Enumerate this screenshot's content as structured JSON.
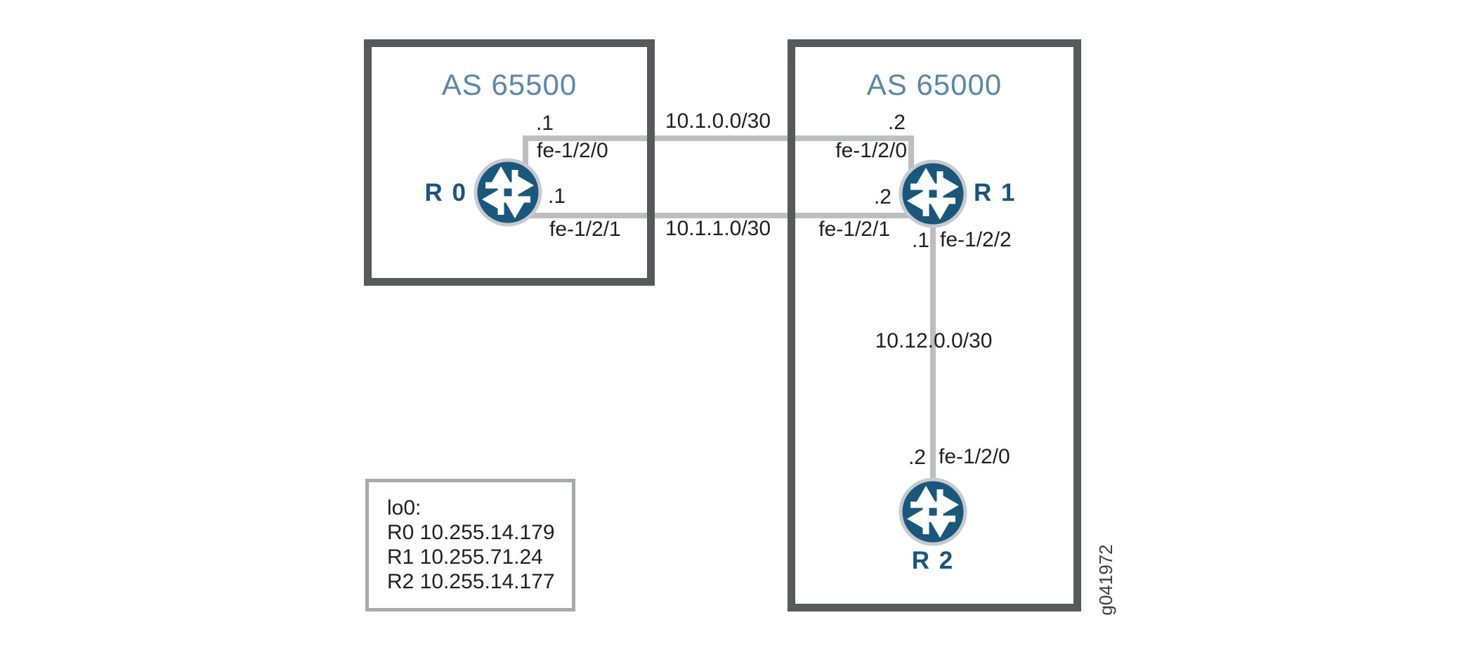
{
  "figure": {
    "id": "g041972"
  },
  "colors": {
    "as_border": "#58595B",
    "as_label": "#5C88A6",
    "router_fill": "#19577D",
    "router_ring": "#C7C9CB",
    "router_label": "#1A537C",
    "link_line": "#BCBEC0",
    "label_text": "#231F20",
    "legend_border": "#A7A9AC"
  },
  "as_boxes": [
    {
      "label": "AS 65500"
    },
    {
      "label": "AS 65000"
    }
  ],
  "routers": [
    {
      "label": "R 0"
    },
    {
      "label": "R 1"
    },
    {
      "label": "R 2"
    }
  ],
  "links": [
    {
      "subnet": "10.1.0.0/30",
      "left_addr": ".1",
      "left_if": "fe-1/2/0",
      "right_addr": ".2",
      "right_if": "fe-1/2/0"
    },
    {
      "subnet": "10.1.1.0/30",
      "left_addr": ".1",
      "left_if": "fe-1/2/1",
      "right_addr": ".2",
      "right_if": "fe-1/2/1"
    },
    {
      "subnet": "10.12.0.0/30",
      "top_addr": ".1",
      "top_if": "fe-1/2/2",
      "bottom_addr": ".2",
      "bottom_if": "fe-1/2/0"
    }
  ],
  "legend": {
    "title": "lo0:",
    "entries": [
      "R0 10.255.14.179",
      "R1 10.255.71.24",
      "R2 10.255.14.177"
    ]
  }
}
